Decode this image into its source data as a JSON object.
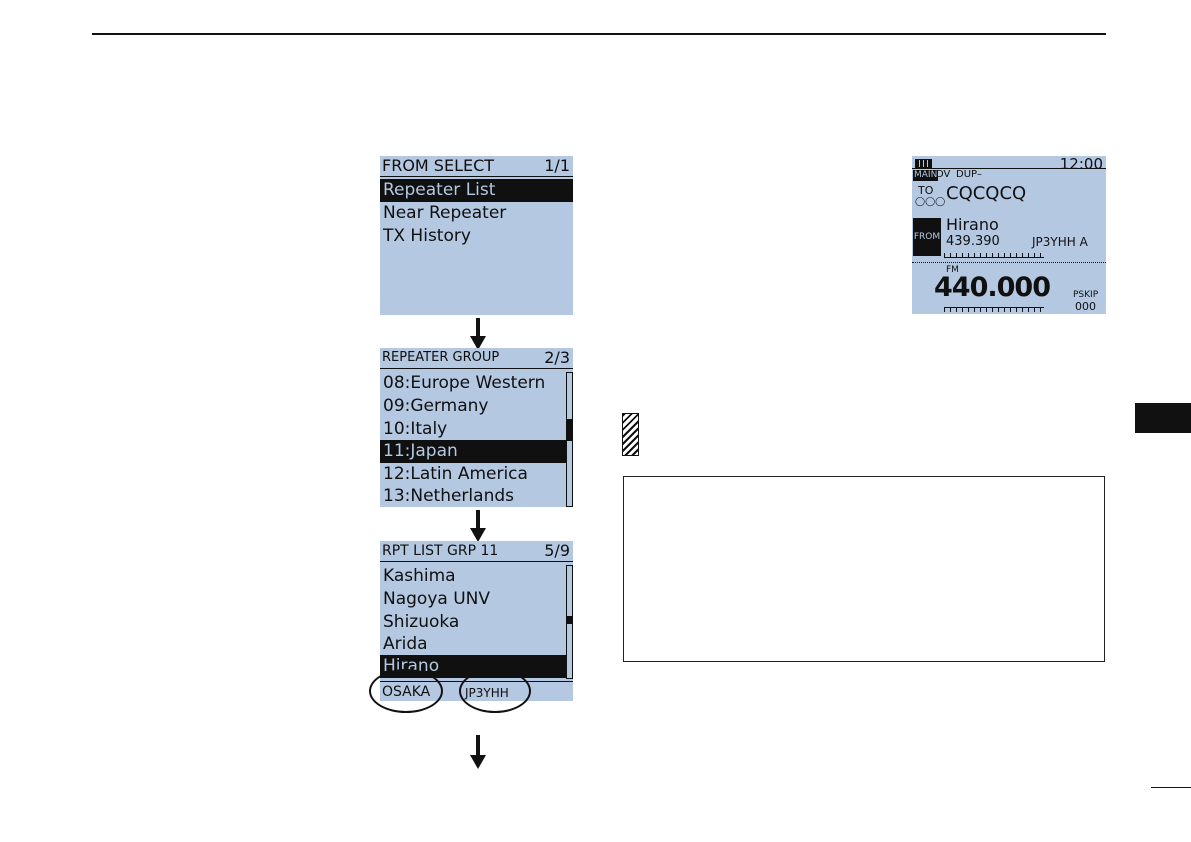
{
  "screen1": {
    "title": "FROM SELECT",
    "page": "1/1",
    "items": [
      "Repeater List",
      "Near Repeater",
      "TX History"
    ]
  },
  "screen2": {
    "title": "REPEATER GROUP",
    "page": "2/3",
    "items": [
      "08:Europe Western",
      "09:Germany",
      "10:Italy",
      "11:Japan",
      "12:Latin America",
      "13:Netherlands"
    ]
  },
  "screen3": {
    "title": "RPT LIST GRP 11",
    "page": "5/9",
    "items": [
      "Kashima",
      "Nagoya UNV",
      "Shizuoka",
      "Arida",
      "Hirano"
    ],
    "footer_left": "OSAKA",
    "footer_right": "JP3YHH"
  },
  "main_display": {
    "time": "12:00",
    "band": "MAIN",
    "mode": "DV",
    "duplex": "DUP–",
    "to_label": "TO",
    "to_call": "CQCQCQ",
    "from_label": "FROM",
    "from_name": "Hirano",
    "from_freq": "439.390",
    "from_call": "JP3YHH A",
    "fm_label": "FM",
    "frequency": "440.000",
    "pskip": "PSKIP",
    "memory": "000"
  }
}
